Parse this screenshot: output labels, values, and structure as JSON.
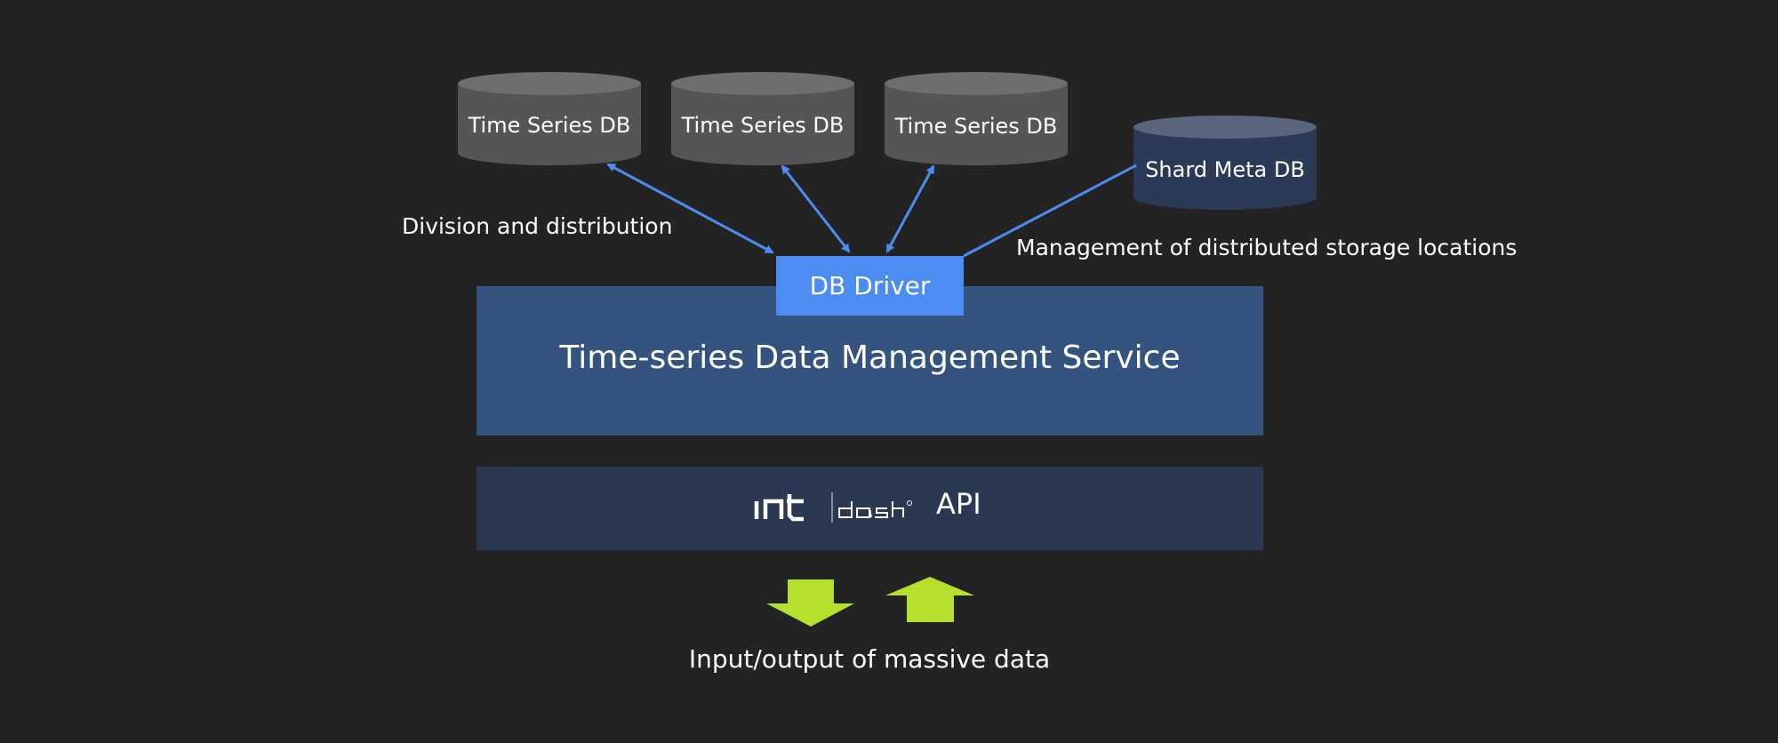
{
  "databases": [
    {
      "label": "Time Series DB"
    },
    {
      "label": "Time Series DB"
    },
    {
      "label": "Time Series DB"
    }
  ],
  "shard_db": {
    "label": "Shard Meta DB"
  },
  "labels": {
    "division": "Division and distribution",
    "management": "Management of distributed storage locations",
    "io": "Input/output of massive data"
  },
  "driver": {
    "label": "DB Driver"
  },
  "service": {
    "title": "Time-series Data Management Service"
  },
  "api": {
    "logo_text": "intdash",
    "label": "API"
  },
  "colors": {
    "background": "#232323",
    "timeseries_db": "#555555",
    "shard_db": "#2a3a57",
    "driver": "#4b8df0",
    "service": "#34537f",
    "api": "#2a3951",
    "arrows_blue": "#4b8df0",
    "arrows_green": "#b5e02e"
  }
}
